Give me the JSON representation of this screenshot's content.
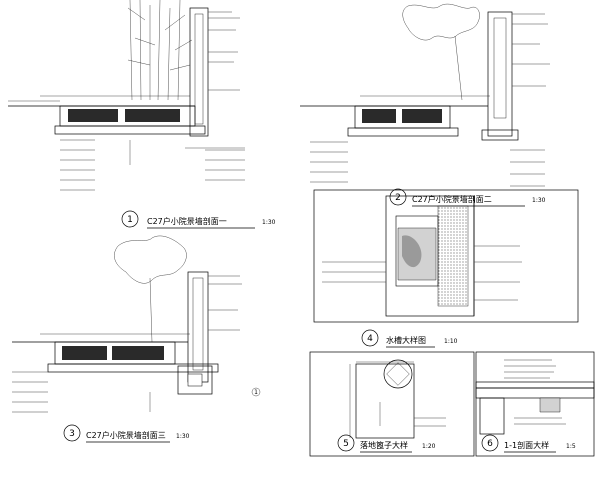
{
  "drawings": [
    {
      "id": "1",
      "title": "C27户小院景墙剖面一",
      "scale": "1:30"
    },
    {
      "id": "2",
      "title": "C27户小院景墙剖面二",
      "scale": "1:30"
    },
    {
      "id": "3",
      "title": "C27户小院景墙剖面三",
      "scale": "1:30"
    },
    {
      "id": "4",
      "title": "水槽大样图",
      "scale": "1:10"
    },
    {
      "id": "5",
      "title": "落地篦子大样",
      "scale": "1:20"
    },
    {
      "id": "6",
      "title": "1-1剖面大样",
      "scale": "1:5"
    }
  ],
  "markers": {
    "section_1": "1"
  }
}
